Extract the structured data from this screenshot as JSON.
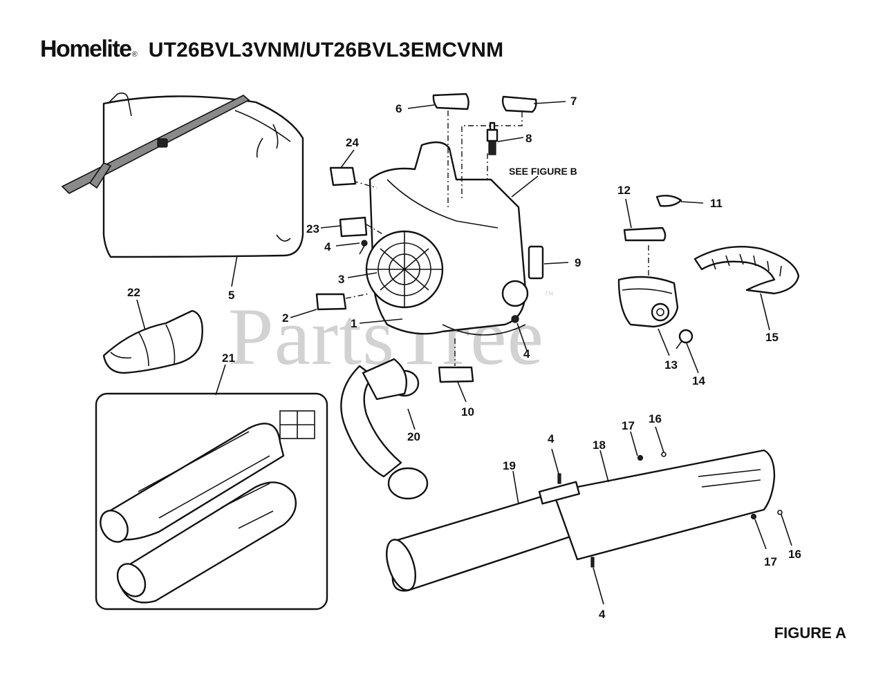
{
  "header": {
    "brand": "Homelite",
    "brand_mark": "®",
    "model": "UT26BVL3VNM/UT26BVL3EMCVNM"
  },
  "figure_label": "FIGURE A",
  "see_figure_note": "SEE FIGURE B",
  "watermark": {
    "text": "PartsTree",
    "mark": "™"
  },
  "callouts": [
    "1",
    "2",
    "3",
    "4",
    "4",
    "4",
    "4",
    "5",
    "6",
    "7",
    "8",
    "9",
    "10",
    "11",
    "12",
    "13",
    "14",
    "15",
    "16",
    "16",
    "17",
    "17",
    "18",
    "19",
    "20",
    "21",
    "22",
    "23",
    "24"
  ]
}
